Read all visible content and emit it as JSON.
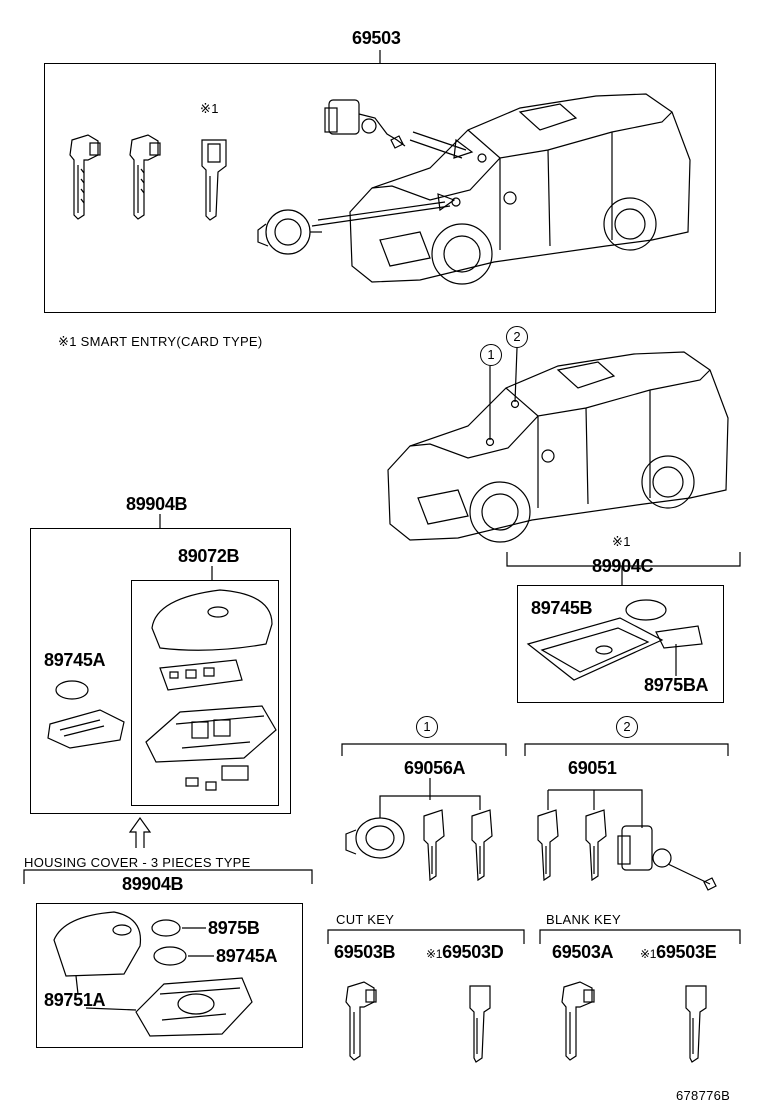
{
  "parts": {
    "p69503": "69503",
    "p89904B": "89904B",
    "p89072B": "89072B",
    "p89745A_left": "89745A",
    "p89904C": "89904C",
    "p89745B": "89745B",
    "p8975BA": "8975BA",
    "p69056A": "69056A",
    "p69051": "69051",
    "p89904B_lower": "89904B",
    "p8975B": "8975B",
    "p89745A_lower": "89745A",
    "p89751A": "89751A",
    "p69503B": "69503B",
    "p69503D": "69503D",
    "p69503A": "69503A",
    "p69503E": "69503E"
  },
  "notes": {
    "ref_mark": "※1",
    "ref_mark_top": "※1",
    "ref_mark_c": "※1",
    "smart_entry": "※1 SMART ENTRY(CARD TYPE)",
    "housing_cover": "HOUSING COVER - 3 PIECES TYPE",
    "cut_key": "CUT KEY",
    "blank_key": "BLANK KEY",
    "circle1": "1",
    "circle2": "2",
    "circle1_car": "1",
    "circle2_car": "2",
    "diagram_id": "678776B"
  }
}
